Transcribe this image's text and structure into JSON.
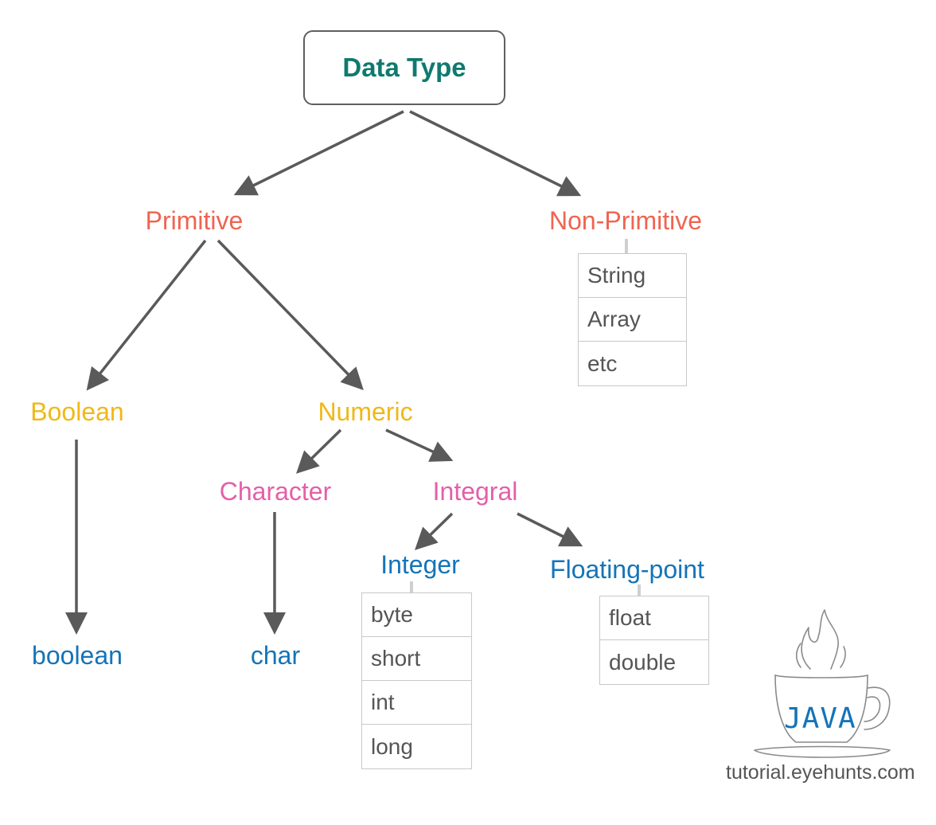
{
  "colors": {
    "root": "#0f7a6e",
    "primary_level": "#ef6450",
    "numeric_level": "#f0b818",
    "sub_level": "#e45fa8",
    "leaf": "#1474b8",
    "arrow": "#5a5a5a"
  },
  "root": {
    "label": "Data Type"
  },
  "primitive": {
    "label": "Primitive"
  },
  "non_primitive": {
    "label": "Non-Primitive",
    "items": [
      "String",
      "Array",
      "etc"
    ]
  },
  "boolean": {
    "label": "Boolean",
    "type": "boolean"
  },
  "numeric": {
    "label": "Numeric"
  },
  "character": {
    "label": "Character",
    "type": "char"
  },
  "integral": {
    "label": "Integral"
  },
  "integer": {
    "label": "Integer",
    "items": [
      "byte",
      "short",
      "int",
      "long"
    ]
  },
  "floating_point": {
    "label": "Floating-point",
    "items": [
      "float",
      "double"
    ]
  },
  "logo": {
    "text": "JAVA",
    "icon": "java-cup-icon"
  },
  "watermark": "tutorial.eyehunts.com"
}
